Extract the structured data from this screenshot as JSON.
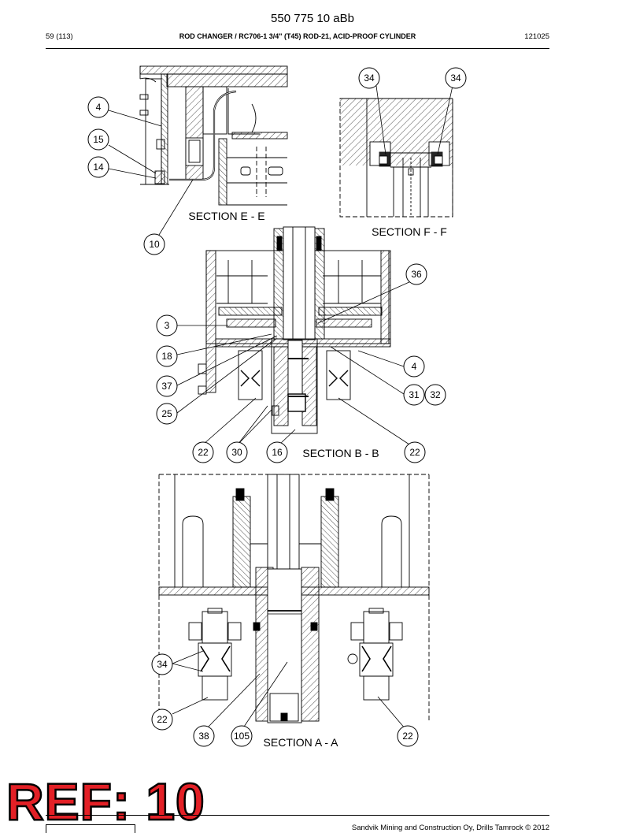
{
  "header": {
    "doc_number": "550 775 10 aBb",
    "page_number": "59 (113)",
    "title": "ROD CHANGER / RC706-1 3/4\" (T45) ROD-21, ACID-PROOF CYLINDER",
    "revision": "121025"
  },
  "sections": {
    "e": "SECTION E - E",
    "f": "SECTION F - F",
    "b": "SECTION B - B",
    "a": "SECTION A - A"
  },
  "callouts": {
    "e1": "4",
    "e2": "15",
    "e3": "14",
    "e4": "10",
    "f1": "34",
    "f2": "34",
    "b1": "36",
    "b2": "3",
    "b3": "18",
    "b4": "4",
    "b5": "37",
    "b6": "31",
    "b7": "32",
    "b8": "25",
    "b9": "22",
    "b10": "30",
    "b11": "16",
    "b12": "22",
    "a1": "34",
    "a2": "22",
    "a3": "38",
    "a4": "105",
    "a5": "22"
  },
  "stamp": {
    "text": "REF: 10",
    "color": "#e32026"
  },
  "footer": {
    "copyright": "Sandvik Mining and Construction Oy, Drills Tamrock © 2012"
  }
}
